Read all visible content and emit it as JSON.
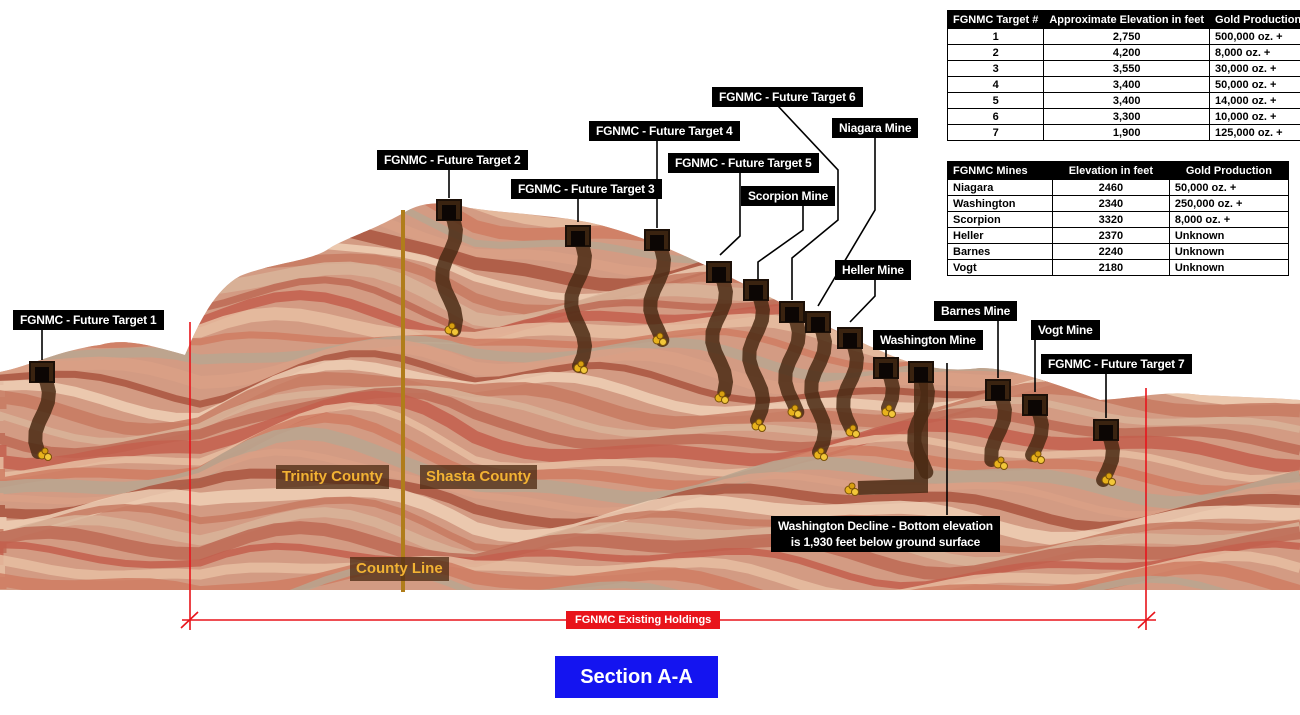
{
  "labels": {
    "target1": "FGNMC - Future Target 1",
    "target2": "FGNMC - Future Target 2",
    "target3": "FGNMC - Future Target 3",
    "target4": "FGNMC - Future Target 4",
    "target5": "FGNMC - Future Target 5",
    "target6": "FGNMC - Future Target 6",
    "target7": "FGNMC - Future Target 7",
    "niagara": "Niagara Mine",
    "scorpion": "Scorpion Mine",
    "heller": "Heller Mine",
    "washington": "Washington Mine",
    "barnes": "Barnes Mine",
    "vogt": "Vogt Mine",
    "decline_line1": "Washington Decline - Bottom elevation",
    "decline_line2": "is 1,930 feet below ground surface"
  },
  "counties": {
    "trinity": "Trinity County",
    "shasta": "Shasta County",
    "county_line": "County Line"
  },
  "holdings": "FGNMC Existing Holdings",
  "section_title": "Section A-A",
  "colors": {
    "label_bg": "#000000",
    "county_text": "#f2b233",
    "holdings_red": "#e8141b",
    "section_blue": "#1414f0",
    "rock_red": "#c0624f",
    "rock_tan": "#e8bfa0",
    "shaft": "#4a2a14",
    "gold": "#e8b21c"
  },
  "icons": [
    "mine-portal-icon",
    "gold-nugget-icon"
  ],
  "targets_table": {
    "headers": [
      "FGNMC Target #",
      "Approximate Elevation in feet",
      "Gold Production"
    ],
    "rows": [
      [
        "1",
        "2,750",
        "500,000 oz. +"
      ],
      [
        "2",
        "4,200",
        "8,000 oz. +"
      ],
      [
        "3",
        "3,550",
        "30,000 oz. +"
      ],
      [
        "4",
        "3,400",
        "50,000 oz. +"
      ],
      [
        "5",
        "3,400",
        "14,000 oz. +"
      ],
      [
        "6",
        "3,300",
        "10,000 oz. +"
      ],
      [
        "7",
        "1,900",
        "125,000 oz. +"
      ]
    ]
  },
  "mines_table": {
    "headers": [
      "FGNMC Mines",
      "Elevation in feet",
      "Gold Production"
    ],
    "rows": [
      [
        "Niagara",
        "2460",
        "50,000 oz. +"
      ],
      [
        "Washington",
        "2340",
        "250,000 oz. +"
      ],
      [
        "Scorpion",
        "3320",
        "8,000 oz. +"
      ],
      [
        "Heller",
        "2370",
        "Unknown"
      ],
      [
        "Barnes",
        "2240",
        "Unknown"
      ],
      [
        "Vogt",
        "2180",
        "Unknown"
      ]
    ]
  }
}
